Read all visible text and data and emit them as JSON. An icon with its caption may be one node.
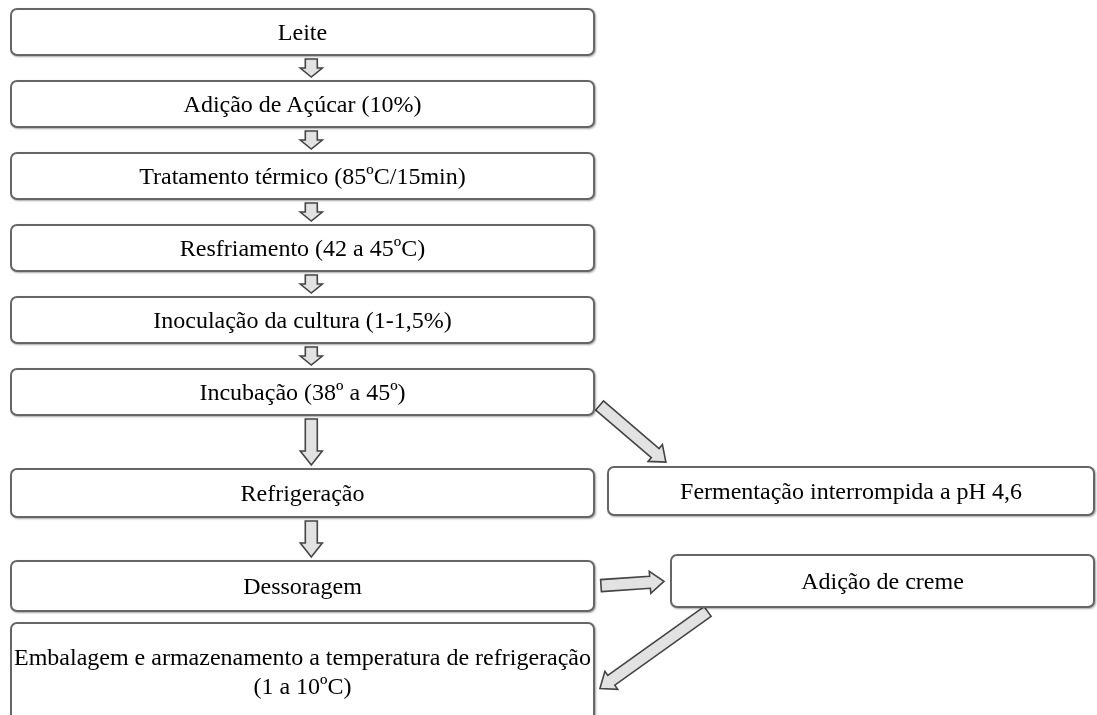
{
  "diagram": {
    "nodes": [
      {
        "text": [
          "Leite"
        ]
      },
      {
        "text": [
          "Adição de Açúcar (10%)"
        ]
      },
      {
        "text": [
          "Tratamento térmico (85ºC/15min)"
        ]
      },
      {
        "text": [
          "Resfriamento (42 a 45ºC)"
        ]
      },
      {
        "text": [
          "Inoculação da cultura  (1-1,5%)"
        ]
      },
      {
        "text": [
          "Incubação  (38º a 45º)"
        ]
      },
      {
        "text": [
          "Refrigeração"
        ]
      },
      {
        "text": [
          "Fermentação interrompida a pH 4,6"
        ]
      },
      {
        "text": [
          "Dessoragem"
        ]
      },
      {
        "text": [
          "Adição de creme"
        ]
      },
      {
        "text": [
          "Embalagem e armazenamento a temperatura de refrigeração (1 a 10ºC)"
        ]
      }
    ],
    "edges": [
      {
        "from": 0,
        "to": 1,
        "arrow": "to"
      },
      {
        "from": 1,
        "to": 2,
        "arrow": "to"
      },
      {
        "from": 2,
        "to": 3,
        "arrow": "to"
      },
      {
        "from": 3,
        "to": 4,
        "arrow": "to"
      },
      {
        "from": 4,
        "to": 5,
        "arrow": "to"
      },
      {
        "from": 5,
        "to": 6,
        "arrow": "to"
      },
      {
        "from": 5,
        "to": 7,
        "arrow": "to"
      },
      {
        "from": 6,
        "to": 8,
        "arrow": "to"
      },
      {
        "from": 8,
        "to": 9,
        "arrow": "to"
      },
      {
        "from": 9,
        "to": 10,
        "arrow": "to"
      }
    ]
  }
}
